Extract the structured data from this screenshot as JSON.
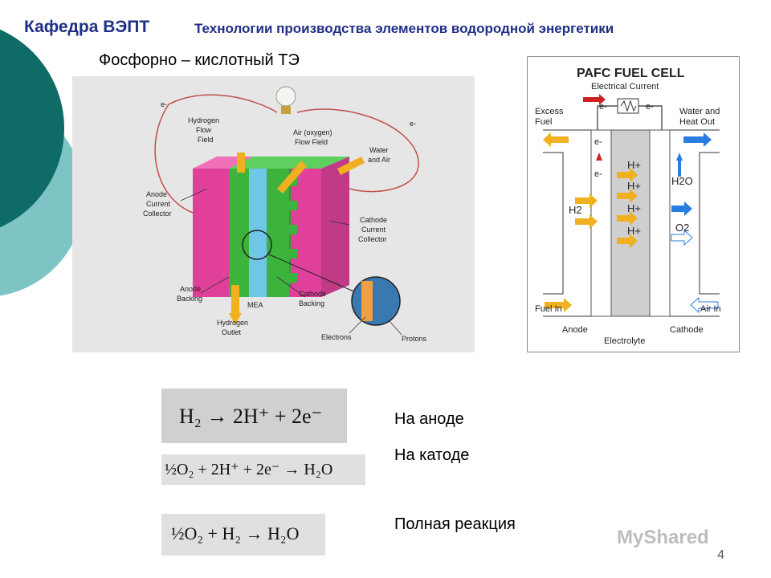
{
  "header": {
    "title": "Кафедра ВЭПТ",
    "subtitle": "Технологии производства элементов водородной энергетики"
  },
  "slide_subtitle": "Фосфорно – кислотный ТЭ",
  "left_diagram": {
    "labels": {
      "e1": "e-",
      "e2": "e-",
      "hydrogen_flow_1": "Hydrogen",
      "hydrogen_flow_2": "Flow",
      "hydrogen_flow_3": "Field",
      "air_flow_1": "Air (oxygen)",
      "air_flow_2": "Flow Field",
      "water_air_1": "Water",
      "water_air_2": "and Air",
      "anode_cc_1": "Anode",
      "anode_cc_2": "Current",
      "anode_cc_3": "Collector",
      "cathode_cc_1": "Cathode",
      "cathode_cc_2": "Current",
      "cathode_cc_3": "Collector",
      "anode_backing_1": "Anode",
      "anode_backing_2": "Backing",
      "mea": "MEA",
      "cathode_backing_1": "Cathode",
      "cathode_backing_2": "Backing",
      "hydrogen_outlet_1": "Hydrogen",
      "hydrogen_outlet_2": "Outlet",
      "electrons": "Electrons",
      "protons": "Protons"
    }
  },
  "right_diagram": {
    "title": "PAFC FUEL CELL",
    "electrical_current": "Electrical Current",
    "e_left": "e-",
    "e_right": "e-",
    "excess_fuel_1": "Excess",
    "excess_fuel_2": "Fuel",
    "water_heat_1": "Water and",
    "water_heat_2": "Heat Out",
    "e_col_1": "e-",
    "e_col_2": "e-",
    "hplus_1": "H+",
    "hplus_2": "H+",
    "hplus_3": "H+",
    "hplus_4": "H+",
    "h2": "H2",
    "h2o": "H2O",
    "o2": "O2",
    "fuel_in": "Fuel In",
    "air_in": "Air In",
    "anode": "Anode",
    "electrolyte": "Electrolyte",
    "cathode": "Cathode"
  },
  "equations": {
    "anode_eq": "H₂ → 2H⁺ + 2e⁻",
    "cathode_eq": "½O₂ + 2H⁺ + 2e⁻ → H₂O",
    "total_eq": "½O₂ + H₂ → H₂O"
  },
  "labels": {
    "anode": "На аноде",
    "cathode": "На катоде",
    "total": "Полная реакция"
  },
  "page_number": "4",
  "watermark": "MyShared",
  "colors": {
    "title_blue": "#1f2f86",
    "teal_dark": "#0e6b66",
    "teal_light": "#7fc4c4",
    "magenta": "#e0409a",
    "green": "#3cb43c",
    "light_blue": "#6ec6e8",
    "arrow_yellow": "#f0b020",
    "arrow_blue": "#2a7de0"
  }
}
